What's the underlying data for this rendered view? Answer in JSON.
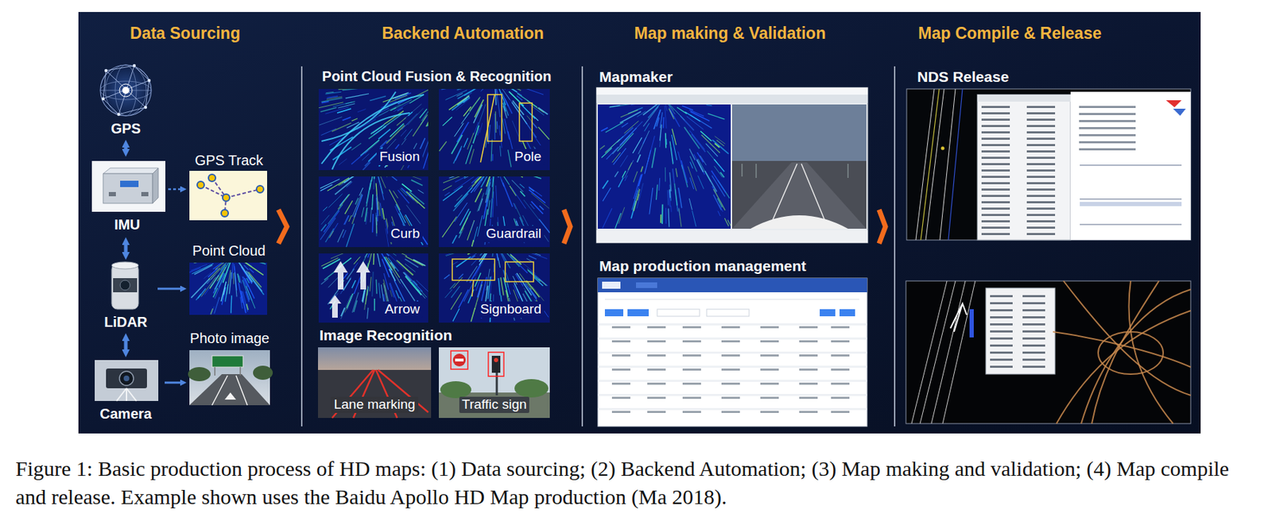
{
  "diagram": {
    "caption": "Figure 1: Basic production process of HD maps: (1) Data sourcing; (2) Backend Automation; (3) Map making and validation; (4) Map compile and release. Example shown uses the Baidu Apollo HD Map production (Ma 2018).",
    "nodes": [
      {
        "text": [
          "Data Sourcing"
        ]
      },
      {
        "text": [
          "GPS"
        ],
        "in": 0
      },
      {
        "text": [
          "IMU"
        ],
        "in": 0
      },
      {
        "text": [
          "LiDAR"
        ],
        "in": 0
      },
      {
        "text": [
          "Camera"
        ],
        "in": 0
      },
      {
        "text": [
          "GPS Track"
        ],
        "in": 0
      },
      {
        "text": [
          "Point Cloud"
        ],
        "in": 0
      },
      {
        "text": [
          "Photo image"
        ],
        "in": 0
      },
      {
        "text": [
          "Backend Automation"
        ]
      },
      {
        "text": [
          "Point Cloud Fusion & Recognition"
        ],
        "in": 8
      },
      {
        "text": [
          "Fusion"
        ],
        "in": 9
      },
      {
        "text": [
          "Pole"
        ],
        "in": 9
      },
      {
        "text": [
          "Curb"
        ],
        "in": 9
      },
      {
        "text": [
          "Guardrail"
        ],
        "in": 9
      },
      {
        "text": [
          "Arrow"
        ],
        "in": 9
      },
      {
        "text": [
          "Signboard"
        ],
        "in": 9
      },
      {
        "text": [
          "Image Recognition"
        ],
        "in": 8
      },
      {
        "text": [
          "Lane marking"
        ],
        "in": 16
      },
      {
        "text": [
          "Traffic sign"
        ],
        "in": 16
      },
      {
        "text": [
          "Map making & Validation"
        ]
      },
      {
        "text": [
          "Mapmaker"
        ],
        "in": 19
      },
      {
        "text": [
          "Map production management"
        ],
        "in": 19
      },
      {
        "text": [
          "Map Compile & Release"
        ]
      },
      {
        "text": [
          "NDS Release"
        ],
        "in": 22
      }
    ],
    "edges": [
      {
        "from": 0,
        "to": 8,
        "arrow": "to"
      },
      {
        "from": 8,
        "to": 19,
        "arrow": "to"
      },
      {
        "from": 19,
        "to": 22,
        "arrow": "to"
      },
      {
        "from": 1,
        "to": 2,
        "arrow": "both"
      },
      {
        "from": 2,
        "to": 3,
        "arrow": "both"
      },
      {
        "from": 3,
        "to": 4,
        "arrow": "both"
      },
      {
        "from": 2,
        "to": 5,
        "arrow": "to"
      },
      {
        "from": 3,
        "to": 6,
        "arrow": "to"
      },
      {
        "from": 4,
        "to": 7,
        "arrow": "to"
      }
    ]
  }
}
